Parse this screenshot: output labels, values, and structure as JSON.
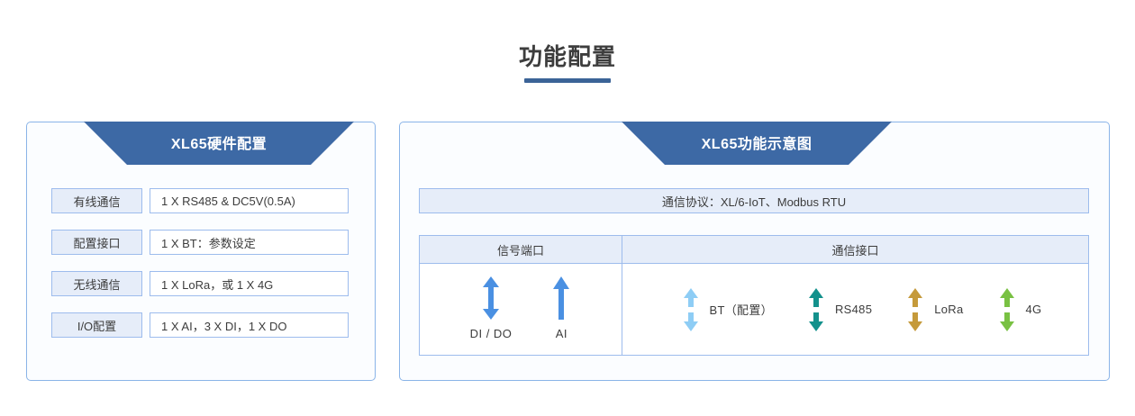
{
  "page": {
    "title": "功能配置",
    "accent_color": "#3b6397",
    "panel_border_color": "#8ab4e8",
    "banner_color": "#3d69a5",
    "label_cell_color": "#e6edf9"
  },
  "left_panel": {
    "banner_title": "XL65硬件配置",
    "rows": [
      {
        "label": "有线通信",
        "value": "1 X RS485 & DC5V(0.5A)"
      },
      {
        "label": "配置接口",
        "value": "1 X BT：参数设定"
      },
      {
        "label": "无线通信",
        "value": "1 X LoRa，或 1 X 4G"
      },
      {
        "label": "I/O配置",
        "value": "1 X AI，3 X DI，1 X DO"
      }
    ]
  },
  "right_panel": {
    "banner_title": "XL65功能示意图",
    "protocol": "通信协议：XL/6-IoT、Modbus RTU",
    "table": {
      "headers": [
        "信号端口",
        "通信接口"
      ],
      "signal_ports": [
        {
          "label": "DI / DO",
          "icon": "double-arrow-updown-icon",
          "color": "#4a90e2",
          "direction": "bidirectional"
        },
        {
          "label": "AI",
          "icon": "arrow-up-icon",
          "color": "#4a90e2",
          "direction": "up"
        }
      ],
      "comm_ports": [
        {
          "label": "BT（配置）",
          "icon": "split-arrow-updown-icon",
          "color": "#8ecdf5"
        },
        {
          "label": "RS485",
          "icon": "split-arrow-updown-icon",
          "color": "#13918c"
        },
        {
          "label": "LoRa",
          "icon": "split-arrow-updown-icon",
          "color": "#c59a3b"
        },
        {
          "label": "4G",
          "icon": "split-arrow-updown-icon",
          "color": "#79c143"
        }
      ]
    }
  }
}
